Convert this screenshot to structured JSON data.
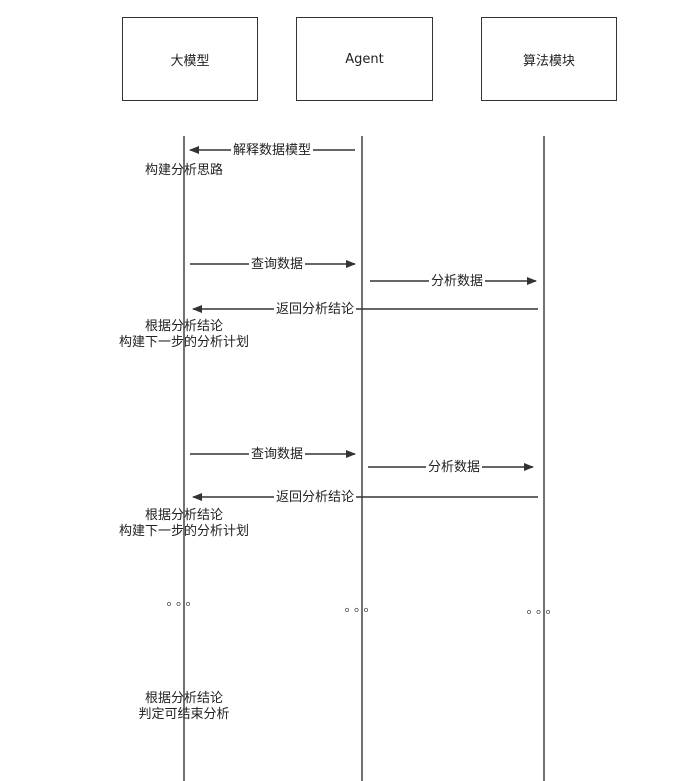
{
  "participants": [
    {
      "id": "llm",
      "label": "大模型"
    },
    {
      "id": "agent",
      "label": "Agent"
    },
    {
      "id": "algo",
      "label": "算法模块"
    }
  ],
  "messages": [
    {
      "from": "agent",
      "to": "llm",
      "label": "解释数据模型"
    },
    {
      "from": "llm",
      "to": "agent",
      "label": "查询数据"
    },
    {
      "from": "agent",
      "to": "algo",
      "label": "分析数据"
    },
    {
      "from": "algo",
      "to": "llm",
      "label": "返回分析结论"
    },
    {
      "from": "llm",
      "to": "agent",
      "label": "查询数据"
    },
    {
      "from": "agent",
      "to": "algo",
      "label": "分析数据"
    },
    {
      "from": "algo",
      "to": "llm",
      "label": "返回分析结论"
    }
  ],
  "notes": [
    {
      "lines": [
        "构建分析思路"
      ]
    },
    {
      "lines": [
        "根据分析结论",
        "构建下一步的分析计划"
      ]
    },
    {
      "lines": [
        "根据分析结论",
        "构建下一步的分析计划"
      ]
    },
    {
      "lines": [
        "根据分析结论",
        "判定可结束分析"
      ]
    }
  ],
  "ellipsis": "。。。"
}
